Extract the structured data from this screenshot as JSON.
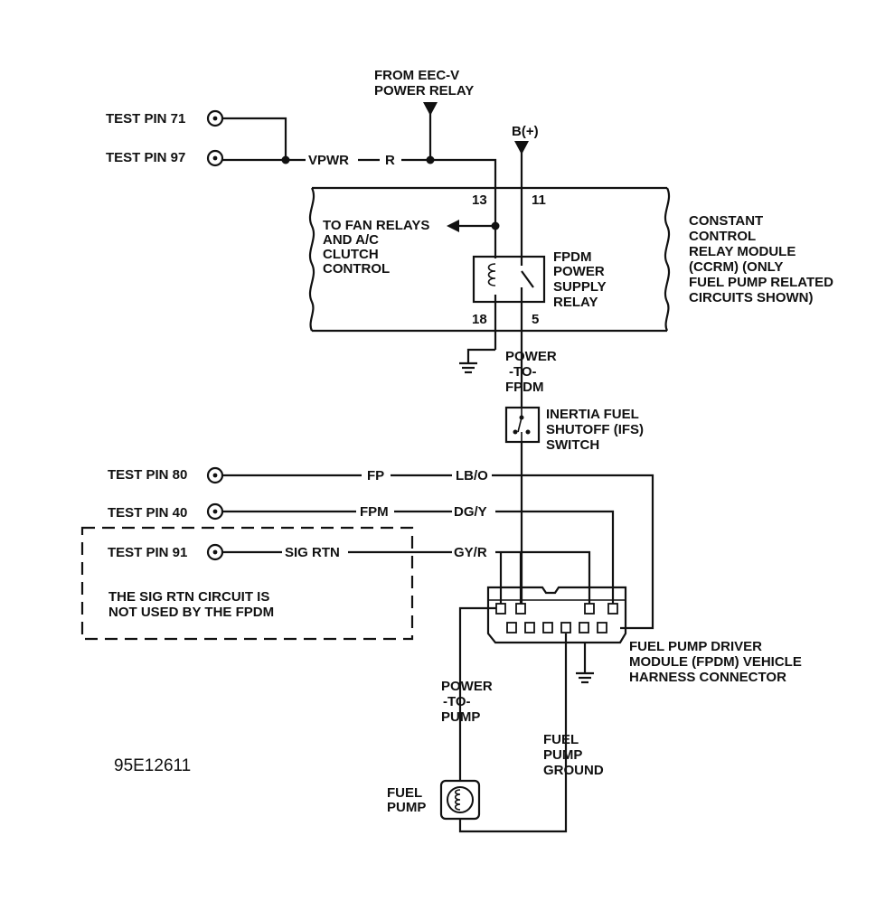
{
  "diagram_id": "95E12611",
  "source": {
    "line1": "FROM EEC-V",
    "line2": "POWER RELAY"
  },
  "battery": "B(+)",
  "test_pins": {
    "pin71": "TEST PIN 71",
    "pin97": "TEST PIN 97",
    "pin80": "TEST PIN 80",
    "pin40": "TEST PIN 40",
    "pin91": "TEST PIN 91"
  },
  "circuits": {
    "vpwr": "VPWR",
    "vpwr_color": "R",
    "fp": "FP",
    "fp_color": "LB/O",
    "fpm": "FPM",
    "fpm_color": "DG/Y",
    "sig_rtn": "SIG RTN",
    "sig_rtn_color": "GY/R"
  },
  "ccrm": {
    "pins": {
      "p13": "13",
      "p11": "11",
      "p18": "18",
      "p5": "5"
    },
    "fan_relays": [
      "TO FAN RELAYS",
      "AND A/C",
      "CLUTCH",
      "CONTROL"
    ],
    "relay": [
      "FPDM",
      "POWER",
      "SUPPLY",
      "RELAY"
    ],
    "label": [
      "CONSTANT",
      "CONTROL",
      "RELAY MODULE",
      "(CCRM) (ONLY",
      "FUEL PUMP RELATED",
      "CIRCUITS SHOWN)"
    ]
  },
  "power_to_fpdm": [
    "POWER",
    "-TO-",
    "FPDM"
  ],
  "ifs_switch": [
    "INERTIA FUEL",
    "SHUTOFF (IFS)",
    "SWITCH"
  ],
  "note": [
    "THE SIG RTN CIRCUIT IS",
    "NOT USED BY THE FPDM"
  ],
  "connector": [
    "FUEL PUMP DRIVER",
    "MODULE (FPDM) VEHICLE",
    "HARNESS CONNECTOR"
  ],
  "power_to_pump": [
    "POWER",
    "-TO-",
    "PUMP"
  ],
  "pump_ground": [
    "FUEL",
    "PUMP",
    "GROUND"
  ],
  "fuel_pump": [
    "FUEL",
    "PUMP"
  ]
}
